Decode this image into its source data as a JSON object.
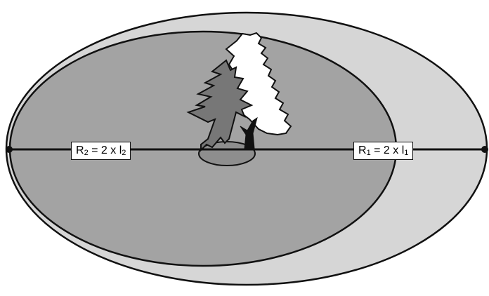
{
  "labels": {
    "r2": {
      "symbol": "R",
      "symbol_sub": "2",
      "operator": " = 2 x l",
      "operator_sub": "2"
    },
    "r1": {
      "symbol": "R",
      "symbol_sub": "1",
      "operator": " = 2 x l",
      "operator_sub": "1"
    }
  },
  "colors": {
    "outer_zone": "#d6d6d6",
    "inner_zone": "#a3a3a3",
    "trunk_base": "#8e8e8e",
    "tree_dark": "#777777",
    "tree_light": "#ffffff",
    "stroke": "#111111"
  }
}
